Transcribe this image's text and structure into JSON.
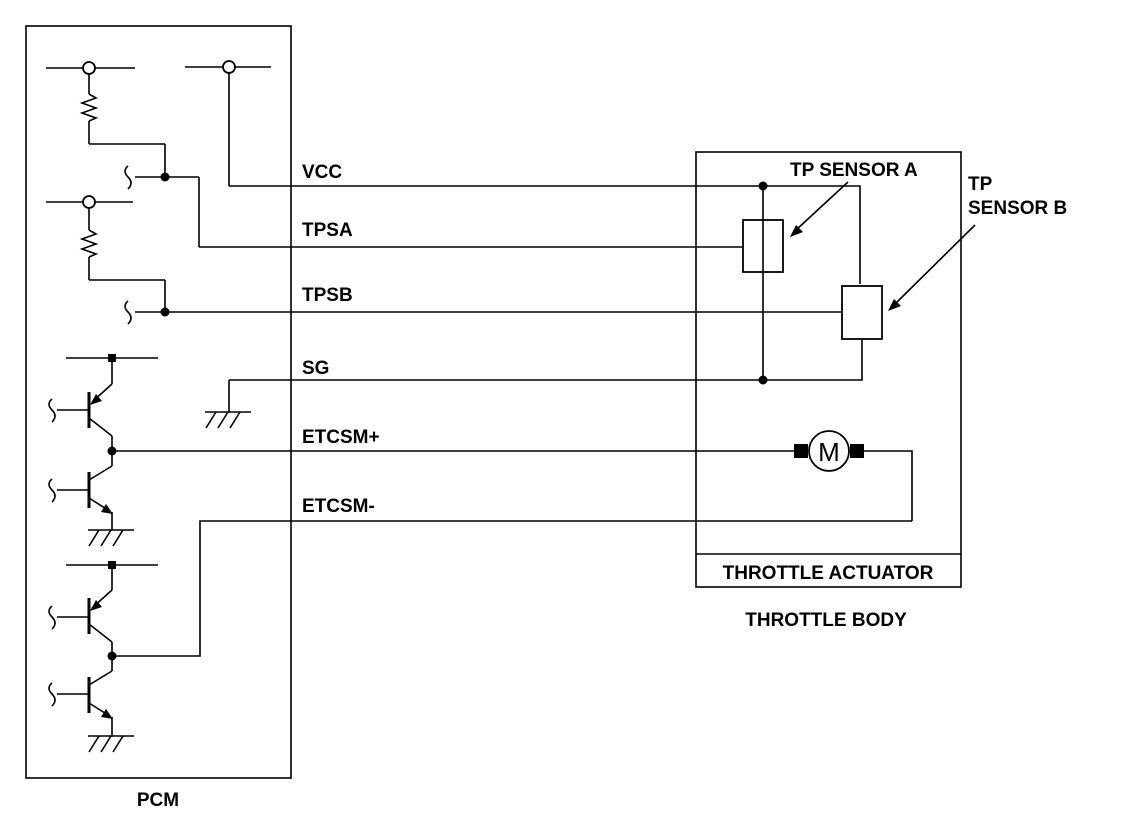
{
  "blocks": {
    "pcm": "PCM",
    "throttle_body": "THROTTLE BODY",
    "throttle_actuator": "THROTTLE ACTUATOR"
  },
  "sensors": {
    "tp_sensor_a": "TP SENSOR A",
    "tp_sensor_b_line1": "TP",
    "tp_sensor_b_line2": "SENSOR B"
  },
  "motor": {
    "symbol": "M"
  },
  "signals": {
    "vcc": "VCC",
    "tpsa": "TPSA",
    "tpsb": "TPSB",
    "sg": "SG",
    "etcsm_plus": "ETCSM+",
    "etcsm_minus": "ETCSM-"
  }
}
